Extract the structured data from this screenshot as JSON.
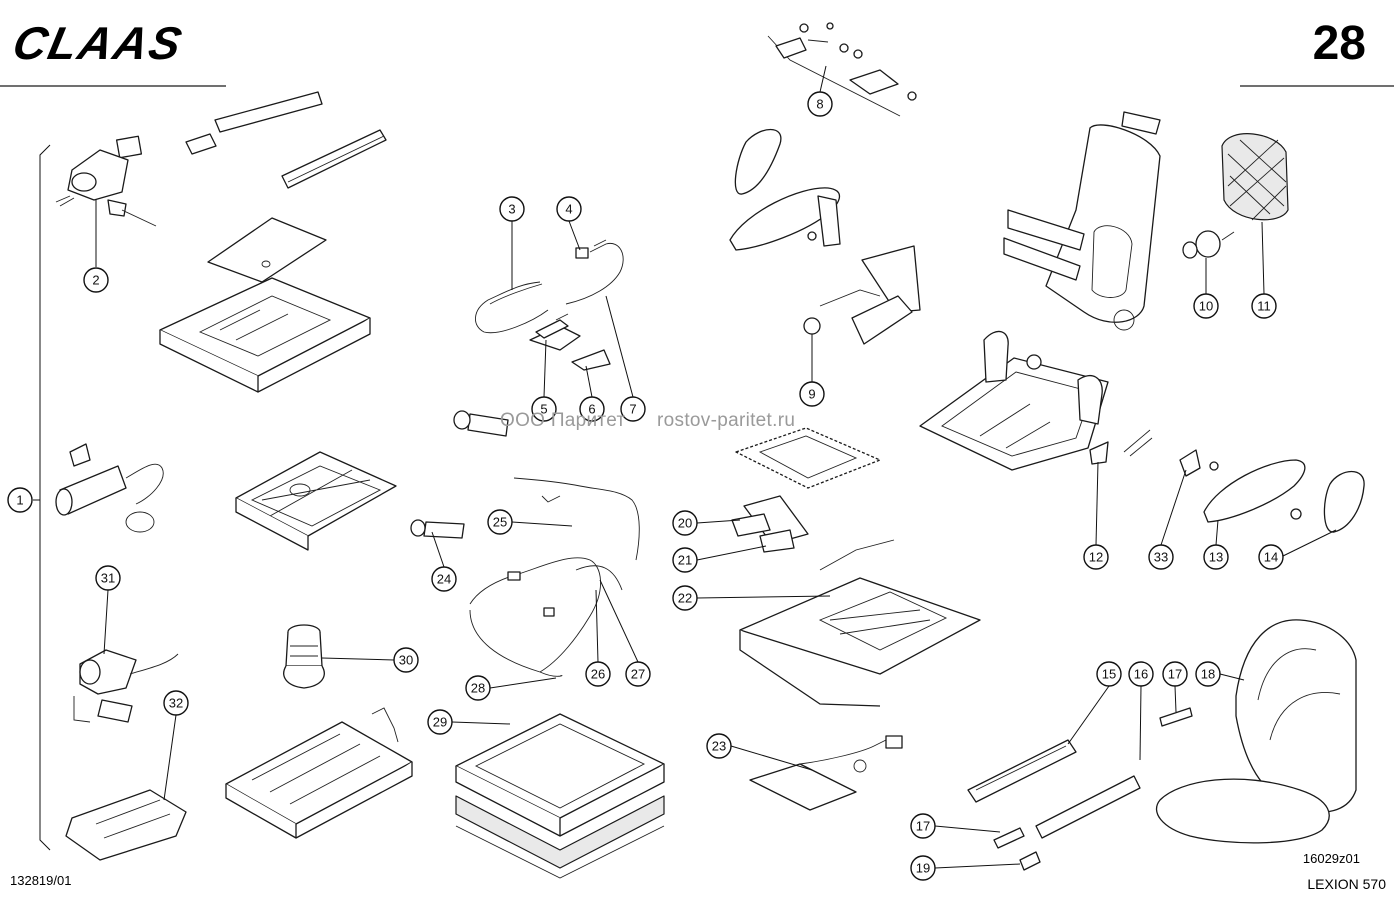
{
  "header": {
    "brand": "CLAAS",
    "page_number": "28"
  },
  "footer": {
    "drawing_number": "132819/01",
    "figure_number": "16029z01",
    "model": "LEXION 570"
  },
  "watermark": {
    "company": "ООО Паритет",
    "website": "rostov-paritet.ru"
  },
  "callouts": [
    "1",
    "2",
    "3",
    "4",
    "5",
    "6",
    "7",
    "8",
    "9",
    "10",
    "11",
    "12",
    "13",
    "14",
    "15",
    "16",
    "17",
    "17",
    "18",
    "19",
    "20",
    "21",
    "22",
    "23",
    "24",
    "25",
    "26",
    "27",
    "28",
    "29",
    "30",
    "31",
    "32",
    "33"
  ]
}
